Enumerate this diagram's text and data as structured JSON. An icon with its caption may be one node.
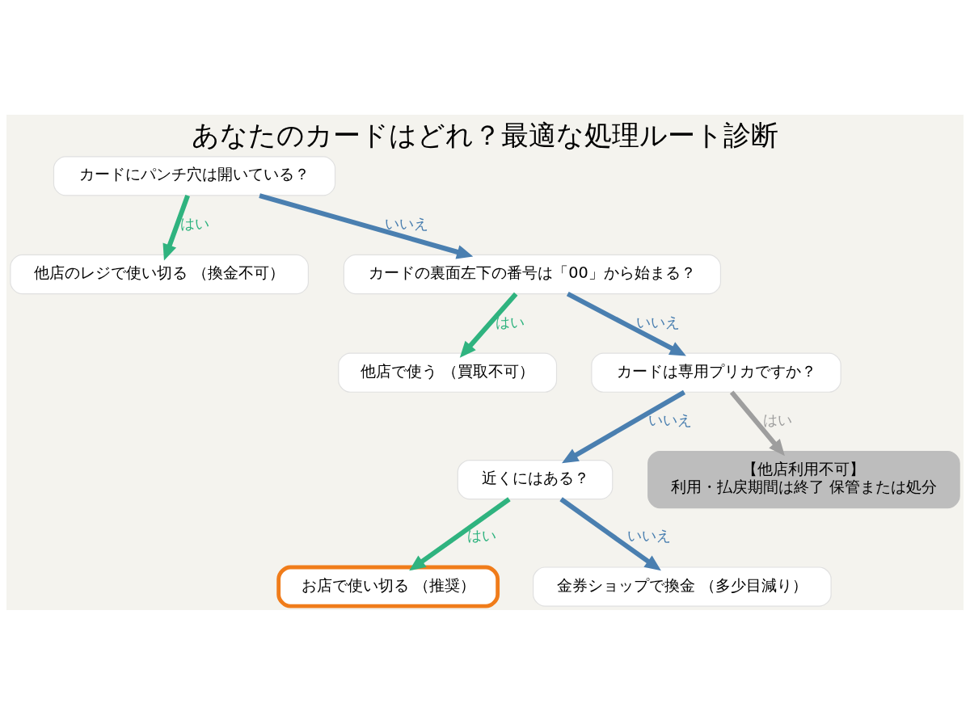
{
  "diagram": {
    "title": "あなたのカードはどれ？最適な処理ルート診断",
    "nodes": [
      {
        "text": [
          "カードにパンチ穴は開いている？"
        ]
      },
      {
        "text": [
          "他店のレジで使い切る （換金不可）"
        ]
      },
      {
        "text": [
          "カードの裏面左下の番号は「00」から始まる？"
        ]
      },
      {
        "text": [
          "他店で使う （買取不可）"
        ]
      },
      {
        "text": [
          "カードは専用プリカですか？"
        ]
      },
      {
        "text": [
          "近くにはある？"
        ]
      },
      {
        "text": [
          "【他店利用不可】",
          "利用・払戻期間は終了 保管または処分"
        ]
      },
      {
        "text": [
          "お店で使い切る （推奨）"
        ]
      },
      {
        "text": [
          "金券ショップで換金 （多少目減り）"
        ]
      }
    ],
    "edges": [
      {
        "from": 0,
        "to": 1,
        "arrow": "to",
        "label": "はい",
        "color": "#2fb37f"
      },
      {
        "from": 0,
        "to": 2,
        "arrow": "to",
        "label": "いいえ",
        "color": "#4a7fb0"
      },
      {
        "from": 2,
        "to": 3,
        "arrow": "to",
        "label": "はい",
        "color": "#2fb37f"
      },
      {
        "from": 2,
        "to": 4,
        "arrow": "to",
        "label": "いいえ",
        "color": "#4a7fb0"
      },
      {
        "from": 4,
        "to": 6,
        "arrow": "to",
        "label": "はい",
        "color": "#9e9e9e"
      },
      {
        "from": 4,
        "to": 5,
        "arrow": "to",
        "label": "いいえ",
        "color": "#4a7fb0"
      },
      {
        "from": 5,
        "to": 7,
        "arrow": "to",
        "label": "はい",
        "color": "#2fb37f"
      },
      {
        "from": 5,
        "to": 8,
        "arrow": "to",
        "label": "いいえ",
        "color": "#4a7fb0"
      }
    ]
  }
}
